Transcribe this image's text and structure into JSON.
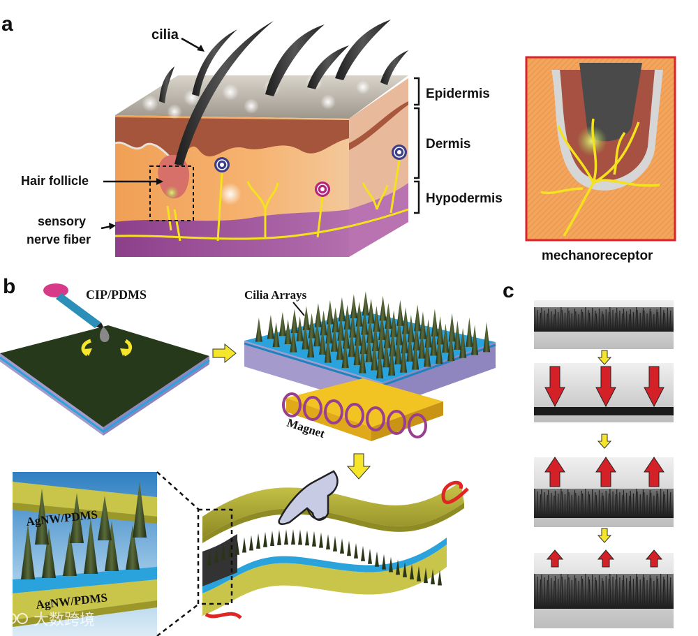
{
  "panels": {
    "a": "a",
    "b": "b",
    "c": "c"
  },
  "panel_a": {
    "cilia": "cilia",
    "layers": [
      "Epidermis",
      "Dermis",
      "Hypodermis"
    ],
    "hair_follicle": "Hair follicle",
    "sensory_line1": "sensory",
    "sensory_line2": "nerve fiber",
    "inset_caption": "mechanoreceptor"
  },
  "panel_b": {
    "cip": "CIP/PDMS",
    "cilia_arrays": "Cilia Arrays",
    "magnet": "Magnet",
    "agnw_top": "AgNW/PDMS",
    "agnw_bottom": "AgNW/PDMS"
  },
  "panel_c": {
    "frames": [
      {
        "arrow": "none"
      },
      {
        "arrow": "down"
      },
      {
        "arrow": "up"
      },
      {
        "arrow": "up"
      }
    ]
  },
  "watermark": "大数跨境",
  "colors": {
    "skin_orange": "#f3a55c",
    "dermis_brown": "#a4553b",
    "epidermis_gray": "#b9b2a6",
    "hypodermis_purple": "#9c4f9a",
    "nerve_yellow": "#f4e21e",
    "inset_border": "#d9232a",
    "pdms_dark": "#26391b",
    "pdms_blue": "#2aa3dc",
    "pdms_lavender": "#a49acb",
    "film_olive": "#b7b338",
    "magnet_yellow": "#f2c423",
    "coil_purple": "#9a3e8e",
    "arrow_red": "#d42027",
    "arrow_yellow": "#f5e62b",
    "cable_red": "#e02525"
  }
}
